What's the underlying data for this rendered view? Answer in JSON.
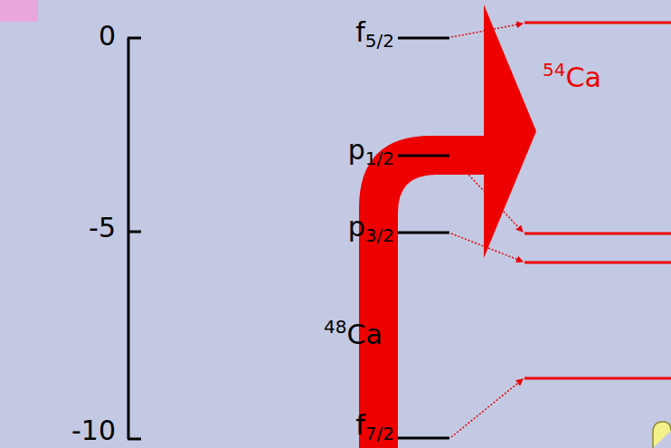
{
  "diagram": {
    "labels": [
      "0",
      "-5",
      "-10",
      "f5/2",
      "p1/2",
      "p3/2",
      "f7/2",
      "54Ca",
      "48Ca"
    ]
  }
}
